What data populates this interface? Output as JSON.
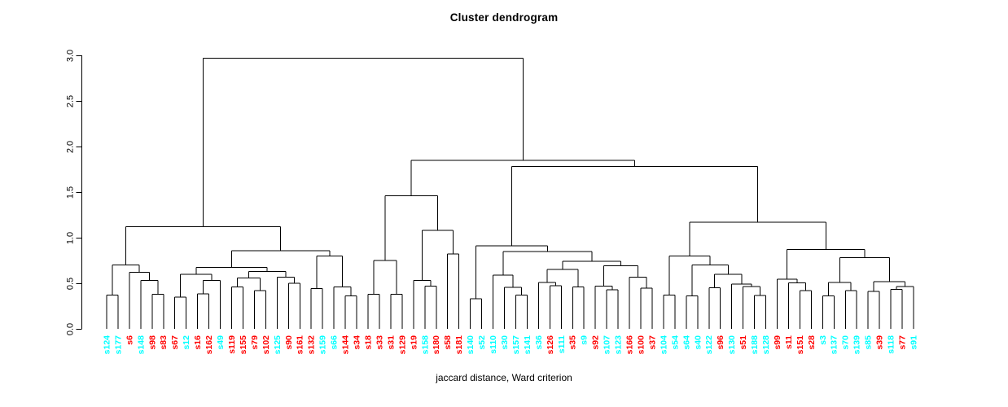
{
  "chart_data": {
    "type": "dendrogram",
    "title": "Cluster dendrogram",
    "xlabel": "jaccard distance, Ward criterion",
    "ylabel": "",
    "ylim": [
      0,
      3
    ],
    "yticks": [
      "0.0",
      "0.5",
      "1.0",
      "1.5",
      "2.0",
      "2.5",
      "3.0"
    ],
    "grid": false,
    "line_color": "#000000",
    "label_colors": {
      "cyan": "#00ffff",
      "red": "#ff0000"
    },
    "leaves": [
      {
        "label": "s124",
        "color": "cyan"
      },
      {
        "label": "s177",
        "color": "cyan"
      },
      {
        "label": "s6",
        "color": "red"
      },
      {
        "label": "s148",
        "color": "cyan"
      },
      {
        "label": "s98",
        "color": "red"
      },
      {
        "label": "s83",
        "color": "red"
      },
      {
        "label": "s67",
        "color": "red"
      },
      {
        "label": "s12",
        "color": "cyan"
      },
      {
        "label": "s16",
        "color": "red"
      },
      {
        "label": "s162",
        "color": "red"
      },
      {
        "label": "s49",
        "color": "cyan"
      },
      {
        "label": "s119",
        "color": "red"
      },
      {
        "label": "s155",
        "color": "red"
      },
      {
        "label": "s79",
        "color": "red"
      },
      {
        "label": "s102",
        "color": "red"
      },
      {
        "label": "s125",
        "color": "cyan"
      },
      {
        "label": "s90",
        "color": "red"
      },
      {
        "label": "s161",
        "color": "red"
      },
      {
        "label": "s132",
        "color": "red"
      },
      {
        "label": "s159",
        "color": "cyan"
      },
      {
        "label": "s66",
        "color": "cyan"
      },
      {
        "label": "s144",
        "color": "red"
      },
      {
        "label": "s34",
        "color": "red"
      },
      {
        "label": "s18",
        "color": "red"
      },
      {
        "label": "s33",
        "color": "red"
      },
      {
        "label": "s31",
        "color": "red"
      },
      {
        "label": "s129",
        "color": "red"
      },
      {
        "label": "s19",
        "color": "red"
      },
      {
        "label": "s158",
        "color": "cyan"
      },
      {
        "label": "s180",
        "color": "red"
      },
      {
        "label": "s58",
        "color": "red"
      },
      {
        "label": "s181",
        "color": "red"
      },
      {
        "label": "s140",
        "color": "cyan"
      },
      {
        "label": "s52",
        "color": "cyan"
      },
      {
        "label": "s110",
        "color": "cyan"
      },
      {
        "label": "s30",
        "color": "cyan"
      },
      {
        "label": "s157",
        "color": "cyan"
      },
      {
        "label": "s141",
        "color": "cyan"
      },
      {
        "label": "s36",
        "color": "cyan"
      },
      {
        "label": "s126",
        "color": "red"
      },
      {
        "label": "s111",
        "color": "cyan"
      },
      {
        "label": "s35",
        "color": "red"
      },
      {
        "label": "s9",
        "color": "cyan"
      },
      {
        "label": "s92",
        "color": "red"
      },
      {
        "label": "s107",
        "color": "cyan"
      },
      {
        "label": "s123",
        "color": "cyan"
      },
      {
        "label": "s166",
        "color": "red"
      },
      {
        "label": "s100",
        "color": "red"
      },
      {
        "label": "s37",
        "color": "red"
      },
      {
        "label": "s104",
        "color": "cyan"
      },
      {
        "label": "s54",
        "color": "cyan"
      },
      {
        "label": "s64",
        "color": "cyan"
      },
      {
        "label": "s40",
        "color": "cyan"
      },
      {
        "label": "s122",
        "color": "cyan"
      },
      {
        "label": "s96",
        "color": "red"
      },
      {
        "label": "s130",
        "color": "cyan"
      },
      {
        "label": "s51",
        "color": "red"
      },
      {
        "label": "s188",
        "color": "cyan"
      },
      {
        "label": "s128",
        "color": "cyan"
      },
      {
        "label": "s99",
        "color": "red"
      },
      {
        "label": "s11",
        "color": "red"
      },
      {
        "label": "s151",
        "color": "red"
      },
      {
        "label": "s28",
        "color": "red"
      },
      {
        "label": "s3",
        "color": "cyan"
      },
      {
        "label": "s137",
        "color": "cyan"
      },
      {
        "label": "s70",
        "color": "cyan"
      },
      {
        "label": "s139",
        "color": "cyan"
      },
      {
        "label": "s85",
        "color": "cyan"
      },
      {
        "label": "s39",
        "color": "red"
      },
      {
        "label": "s118",
        "color": "cyan"
      },
      {
        "label": "s77",
        "color": "red"
      },
      {
        "label": "s91",
        "color": "cyan"
      }
    ],
    "merges": [
      2.97,
      [
        1.12,
        [
          0.7,
          [
            0.37,
            0,
            1
          ],
          [
            0.62,
            2,
            [
              0.53,
              3,
              [
                0.38,
                4,
                5
              ]
            ]
          ]
        ],
        [
          0.855,
          [
            0.675,
            [
              0.6,
              [
                0.35,
                6,
                7
              ],
              [
                0.53,
                [
                  0.385,
                  8,
                  9
                ],
                10
              ]
            ],
            [
              0.63,
              [
                0.56,
                [
                  0.46,
                  11,
                  12
                ],
                [
                  0.42,
                  13,
                  14
                ]
              ],
              [
                0.565,
                15,
                [
                  0.5,
                  16,
                  17
                ]
              ]
            ]
          ],
          [
            0.8,
            [
              0.44,
              18,
              19
            ],
            [
              0.46,
              20,
              [
                0.36,
                21,
                22
              ]
            ]
          ]
        ]
      ],
      [
        1.85,
        [
          1.46,
          [
            0.75,
            [
              0.38,
              23,
              24
            ],
            [
              0.38,
              25,
              26
            ]
          ],
          [
            1.08,
            [
              0.53,
              27,
              [
                0.47,
                28,
                29
              ]
            ],
            [
              0.82,
              30,
              31
            ]
          ]
        ],
        [
          1.78,
          [
            0.91,
            [
              0.33,
              32,
              33
            ],
            [
              0.85,
              [
                0.59,
                34,
                [
                  0.455,
                  35,
                  [
                    0.37,
                    36,
                    37
                  ]
                ]
              ],
              [
                0.74,
                [
                  0.65,
                  [
                    0.51,
                    38,
                    [
                      0.475,
                      39,
                      40
                    ]
                  ],
                  [
                    0.46,
                    41,
                    42
                  ]
                ],
                [
                  0.69,
                  [
                    0.47,
                    43,
                    [
                      0.43,
                      44,
                      45
                    ]
                  ],
                  [
                    0.565,
                    46,
                    [
                      0.445,
                      47,
                      48
                    ]
                  ]
                ]
              ]
            ]
          ],
          [
            1.17,
            [
              0.8,
              [
                0.37,
                49,
                50
              ],
              [
                0.7,
                [
                  0.36,
                  51,
                  52
                ],
                [
                  0.6,
                  [
                    0.45,
                    53,
                    54
                  ],
                  [
                    0.49,
                    55,
                    [
                      0.465,
                      56,
                      [
                        0.365,
                        57,
                        58
                      ]
                    ]
                  ]
                ]
              ]
            ],
            [
              0.87,
              [
                0.545,
                59,
                [
                  0.505,
                  60,
                  [
                    0.42,
                    61,
                    62
                  ]
                ]
              ],
              [
                0.78,
                [
                  0.51,
                  [
                    0.36,
                    63,
                    64
                  ],
                  [
                    0.42,
                    65,
                    66
                  ]
                ],
                [
                  0.52,
                  [
                    0.41,
                    67,
                    68
                  ],
                  [
                    0.465,
                    [
                      0.435,
                      69,
                      70
                    ],
                    71
                  ]
                ]
              ]
            ]
          ]
        ]
      ]
    ]
  }
}
